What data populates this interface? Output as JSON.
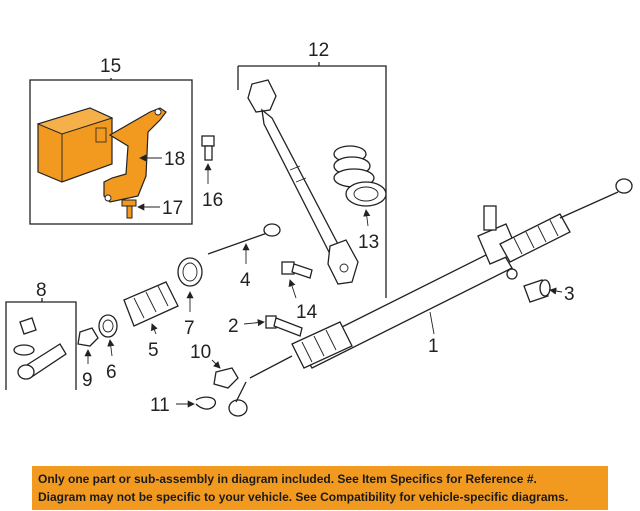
{
  "callouts": {
    "c1": "1",
    "c2": "2",
    "c3": "3",
    "c4": "4",
    "c5": "5",
    "c6": "6",
    "c7": "7",
    "c8": "8",
    "c9": "9",
    "c10": "10",
    "c11": "11",
    "c12": "12",
    "c13": "13",
    "c14": "14",
    "c15": "15",
    "c16": "16",
    "c17": "17",
    "c18": "18"
  },
  "colors": {
    "highlight": "#f29a20",
    "line": "#222222",
    "banner": "#f29a20"
  },
  "footer": {
    "line1": "Only one part or sub-assembly in diagram included. See Item Specifics for Reference #.",
    "line2": "Diagram may not be specific to your vehicle. See Compatibility for vehicle-specific diagrams."
  }
}
